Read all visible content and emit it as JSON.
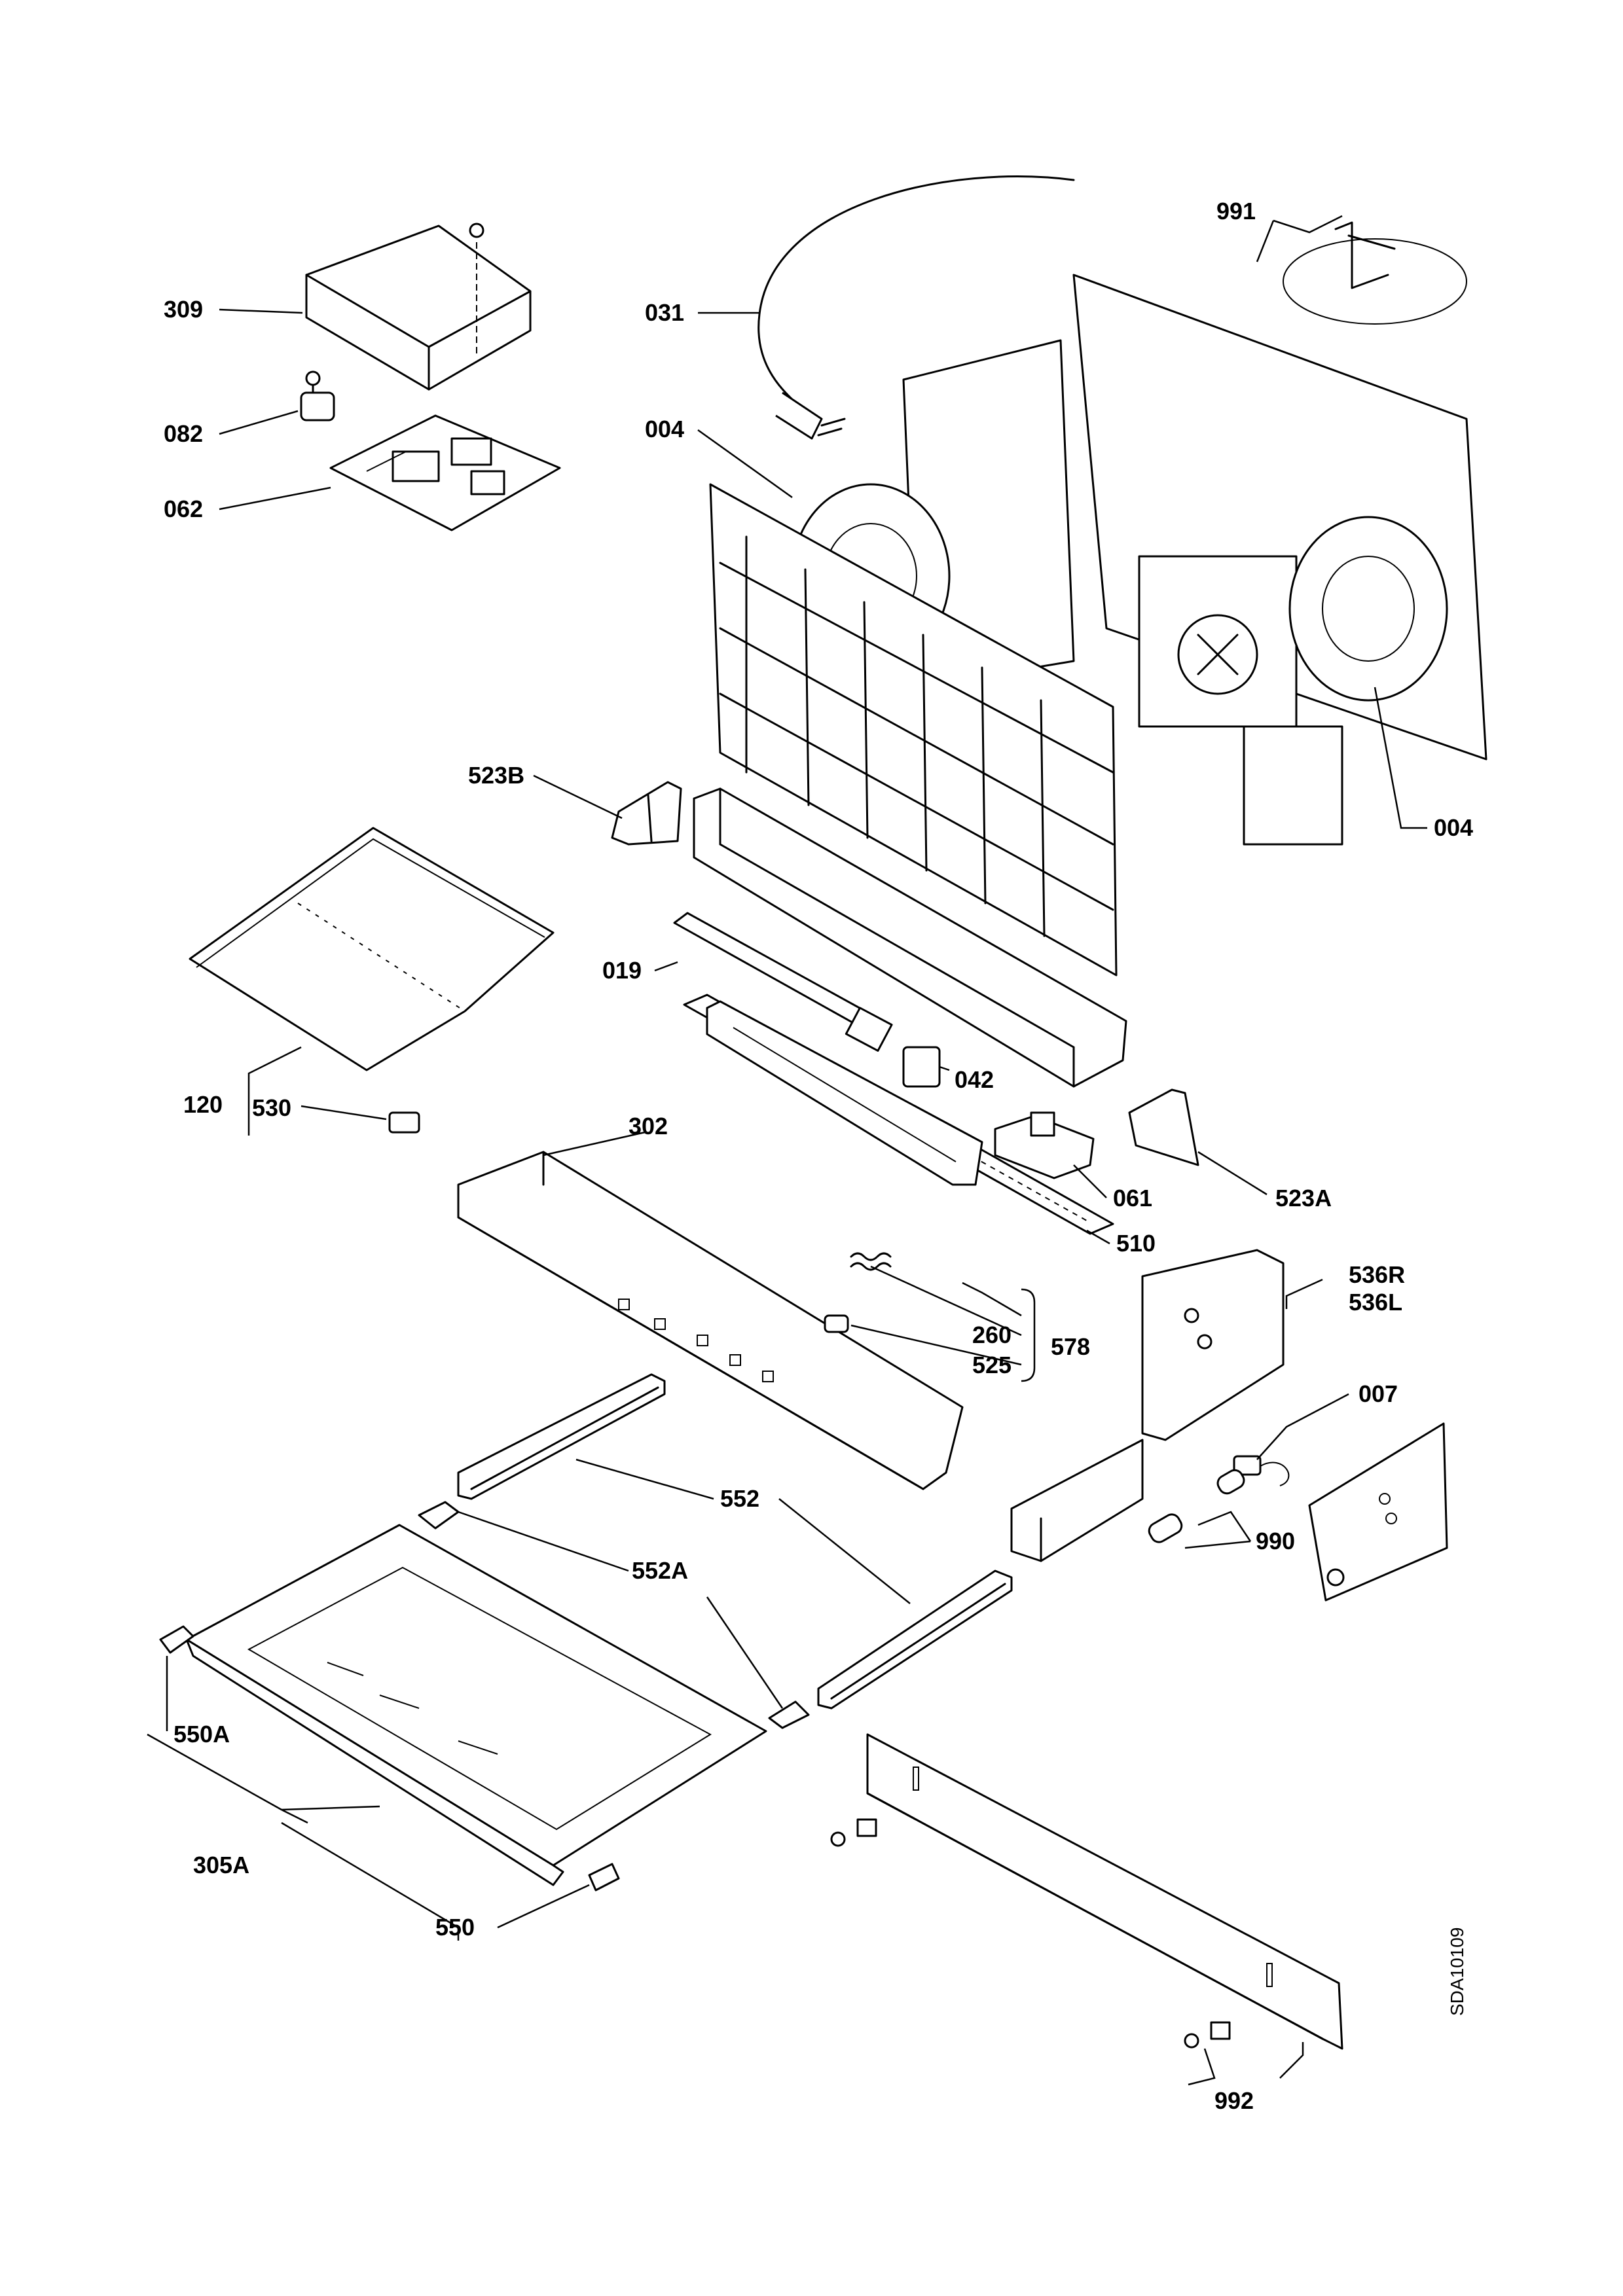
{
  "doc_code": "SDA10109",
  "labels": {
    "l309": "309",
    "l082": "082",
    "l062": "062",
    "l031": "031",
    "l991": "991",
    "l004a": "004",
    "l004b": "004",
    "l523B": "523B",
    "l019": "019",
    "l120": "120",
    "l530": "530",
    "l042": "042",
    "l302": "302",
    "l061": "061",
    "l523A": "523A",
    "l510": "510",
    "l536R": "536R",
    "l536L": "536L",
    "l260": "260",
    "l578": "578",
    "l525": "525",
    "l007": "007",
    "l552": "552",
    "l552A": "552A",
    "l990": "990",
    "l550A": "550A",
    "l305A": "305A",
    "l550": "550",
    "l992": "992"
  }
}
